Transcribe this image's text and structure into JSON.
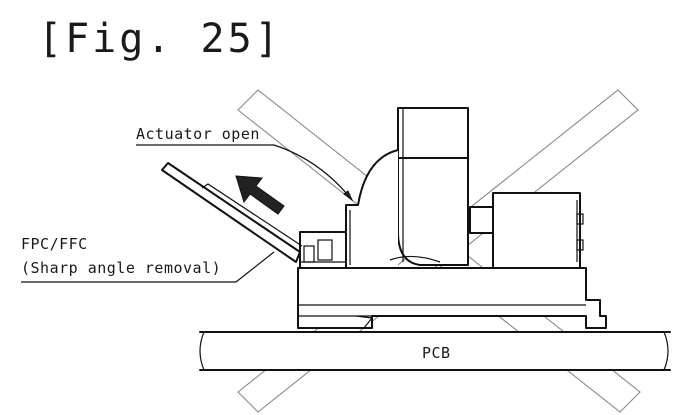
{
  "figure": {
    "label": "[Fig. 25]"
  },
  "labels": {
    "actuator": "Actuator open",
    "fpc_line1": "FPC/FFC",
    "fpc_line2": "(Sharp angle removal)",
    "pcb": "PCB"
  },
  "colors": {
    "line": "#111111",
    "cross_mark": "#8a8a8a",
    "arrow": "#2a2a2a"
  },
  "icons": {
    "direction_arrow": "arrow-up-left-icon",
    "invalid_mark": "large-x-cross-icon"
  }
}
